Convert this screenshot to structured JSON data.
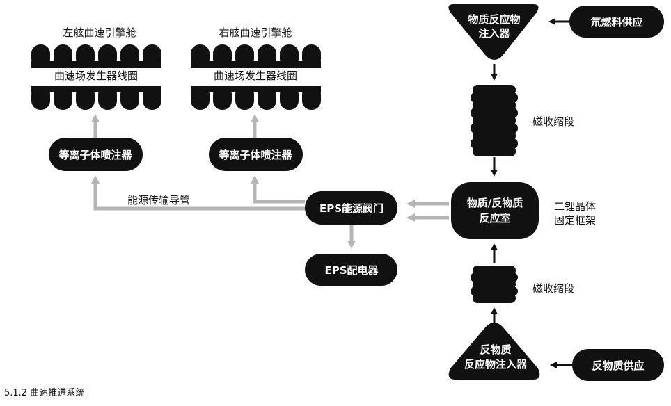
{
  "nacelles": {
    "left": {
      "title": "左舷曲速引擎舱",
      "coil_label": "曲速场发生器线圈"
    },
    "right": {
      "title": "右舷曲速引擎舱",
      "coil_label": "曲速场发生器线圈"
    }
  },
  "injectors": {
    "left_plasma": "等离子体喷注器",
    "right_plasma": "等离子体喷注器"
  },
  "power": {
    "conduit_label": "能源传输导管",
    "eps_valve": "EPS能源阀门",
    "eps_distributor": "EPS配电器"
  },
  "reactor": {
    "matter_injector": [
      "物质反应物",
      "注入器"
    ],
    "deuterium_supply": "氘燃料供应",
    "upper_constrictor": "磁收缩段",
    "chamber": [
      "物质/反物质",
      "反应室"
    ],
    "dilithium_frame": [
      "二锂晶体",
      "固定框架"
    ],
    "lower_constrictor": "磁收缩段",
    "antimatter_injector": [
      "反物质",
      "反应物注入器"
    ],
    "antimatter_supply": "反物质供应"
  },
  "caption": "5.1.2 曲速推进系统",
  "colors": {
    "ink": "#111111",
    "conduit": "#b5b5b5",
    "text_on_dark": "#ffffff"
  }
}
